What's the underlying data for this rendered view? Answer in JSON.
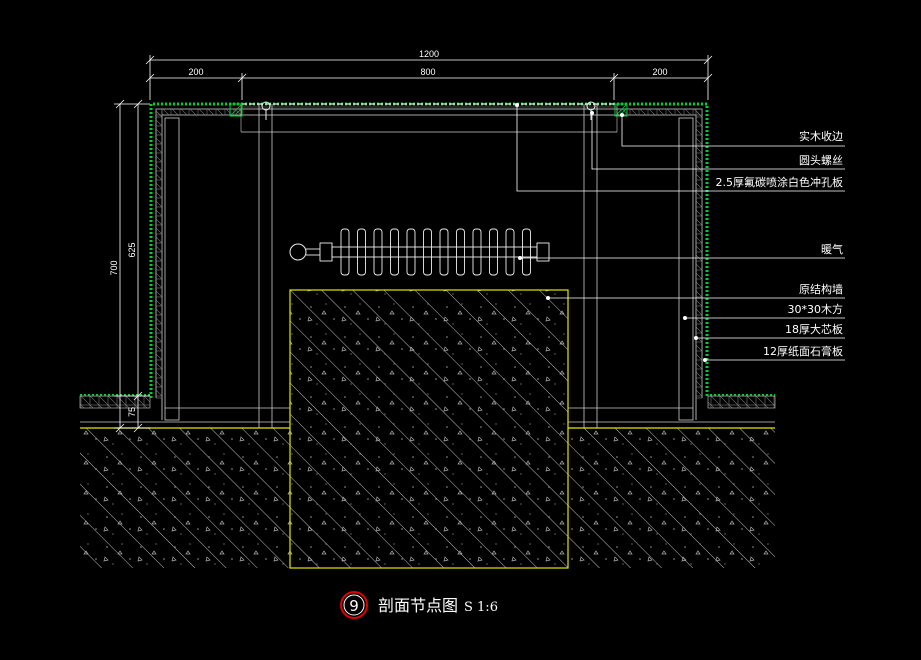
{
  "dimensions": {
    "overall_width": "1200",
    "left_segment": "200",
    "middle_segment": "800",
    "right_segment": "200",
    "total_height": "700",
    "inner_height": "625",
    "base_height": "75"
  },
  "callouts": [
    "实木收边",
    "圆头螺丝",
    "2.5厚氟碳喷涂白色冲孔板",
    "暖气",
    "原结构墙",
    "30*30木方",
    "18厚大芯板",
    "12厚纸面石膏板"
  ],
  "title_block": {
    "number": "9",
    "title": "剖面节点图",
    "scale": "S 1:6"
  },
  "colors": {
    "background": "#000000",
    "lines": "#ffffff",
    "structure_outline": "#e6e600",
    "finish_green": "#00cc33",
    "title_circle": "#e00000"
  }
}
